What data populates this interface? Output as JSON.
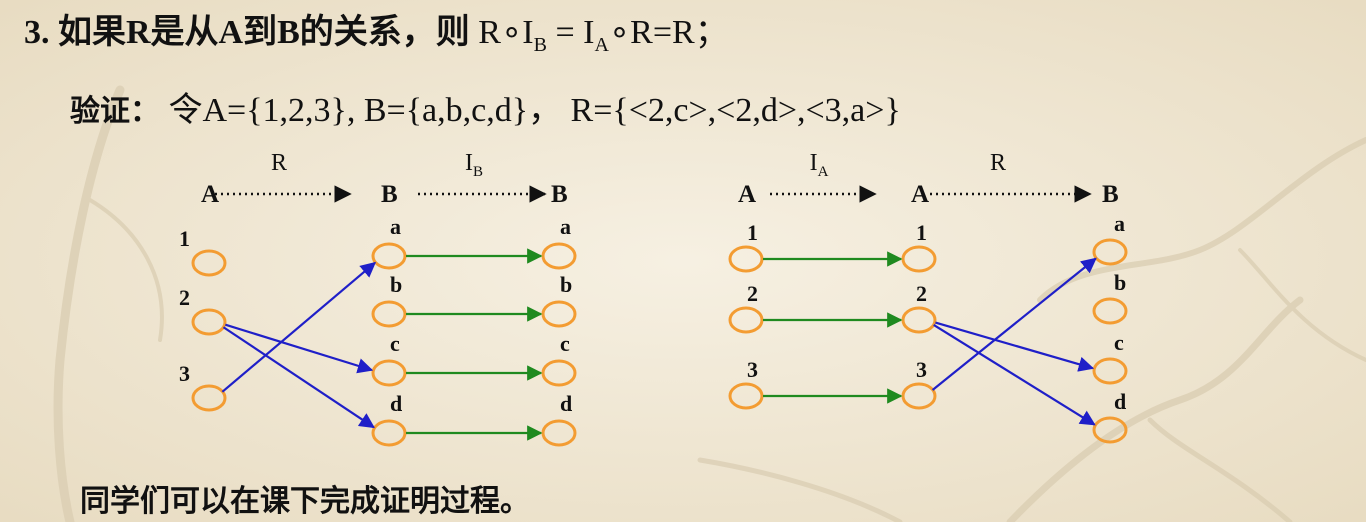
{
  "title": {
    "prefix": "3. 如果R是从A到B的关系，则",
    "formula": "R∘I",
    "sub_b": "B",
    "mid": " = I",
    "sub_a": "A",
    "end": "∘R=R；"
  },
  "proof": {
    "label": "验证：",
    "sets": "令A={1,2,3}, B={a,b,c,d}，  R={<2,c>,<2,d>,<3,a>}"
  },
  "footer": "同学们可以在课下完成证明过程。",
  "colors": {
    "node_stroke": "#f39c32",
    "arrow_blue": "#1f1fc8",
    "arrow_green": "#1f8a1f",
    "text": "#111111",
    "background": "#f2ead9"
  },
  "diagrams": {
    "left": {
      "set_labels": [
        "A",
        "B",
        "B"
      ],
      "relation_labels": [
        {
          "main": "R",
          "sub": ""
        },
        {
          "main": "I",
          "sub": "B"
        }
      ],
      "col0_nodes": [
        "1",
        "2",
        "3"
      ],
      "col1_nodes": [
        "a",
        "b",
        "c",
        "d"
      ],
      "col2_nodes": [
        "a",
        "b",
        "c",
        "d"
      ],
      "edges_col0_col1": [
        [
          "2",
          "c"
        ],
        [
          "2",
          "d"
        ],
        [
          "3",
          "a"
        ]
      ],
      "edges_col1_col2": [
        [
          "a",
          "a"
        ],
        [
          "b",
          "b"
        ],
        [
          "c",
          "c"
        ],
        [
          "d",
          "d"
        ]
      ]
    },
    "right": {
      "set_labels": [
        "A",
        "A",
        "B"
      ],
      "relation_labels": [
        {
          "main": "I",
          "sub": "A"
        },
        {
          "main": "R",
          "sub": ""
        }
      ],
      "col0_nodes": [
        "1",
        "2",
        "3"
      ],
      "col1_nodes": [
        "1",
        "2",
        "3"
      ],
      "col2_nodes": [
        "a",
        "b",
        "c",
        "d"
      ],
      "edges_col0_col1": [
        [
          "1",
          "1"
        ],
        [
          "2",
          "2"
        ],
        [
          "3",
          "3"
        ]
      ],
      "edges_col1_col2": [
        [
          "2",
          "c"
        ],
        [
          "2",
          "d"
        ],
        [
          "3",
          "a"
        ]
      ]
    }
  }
}
